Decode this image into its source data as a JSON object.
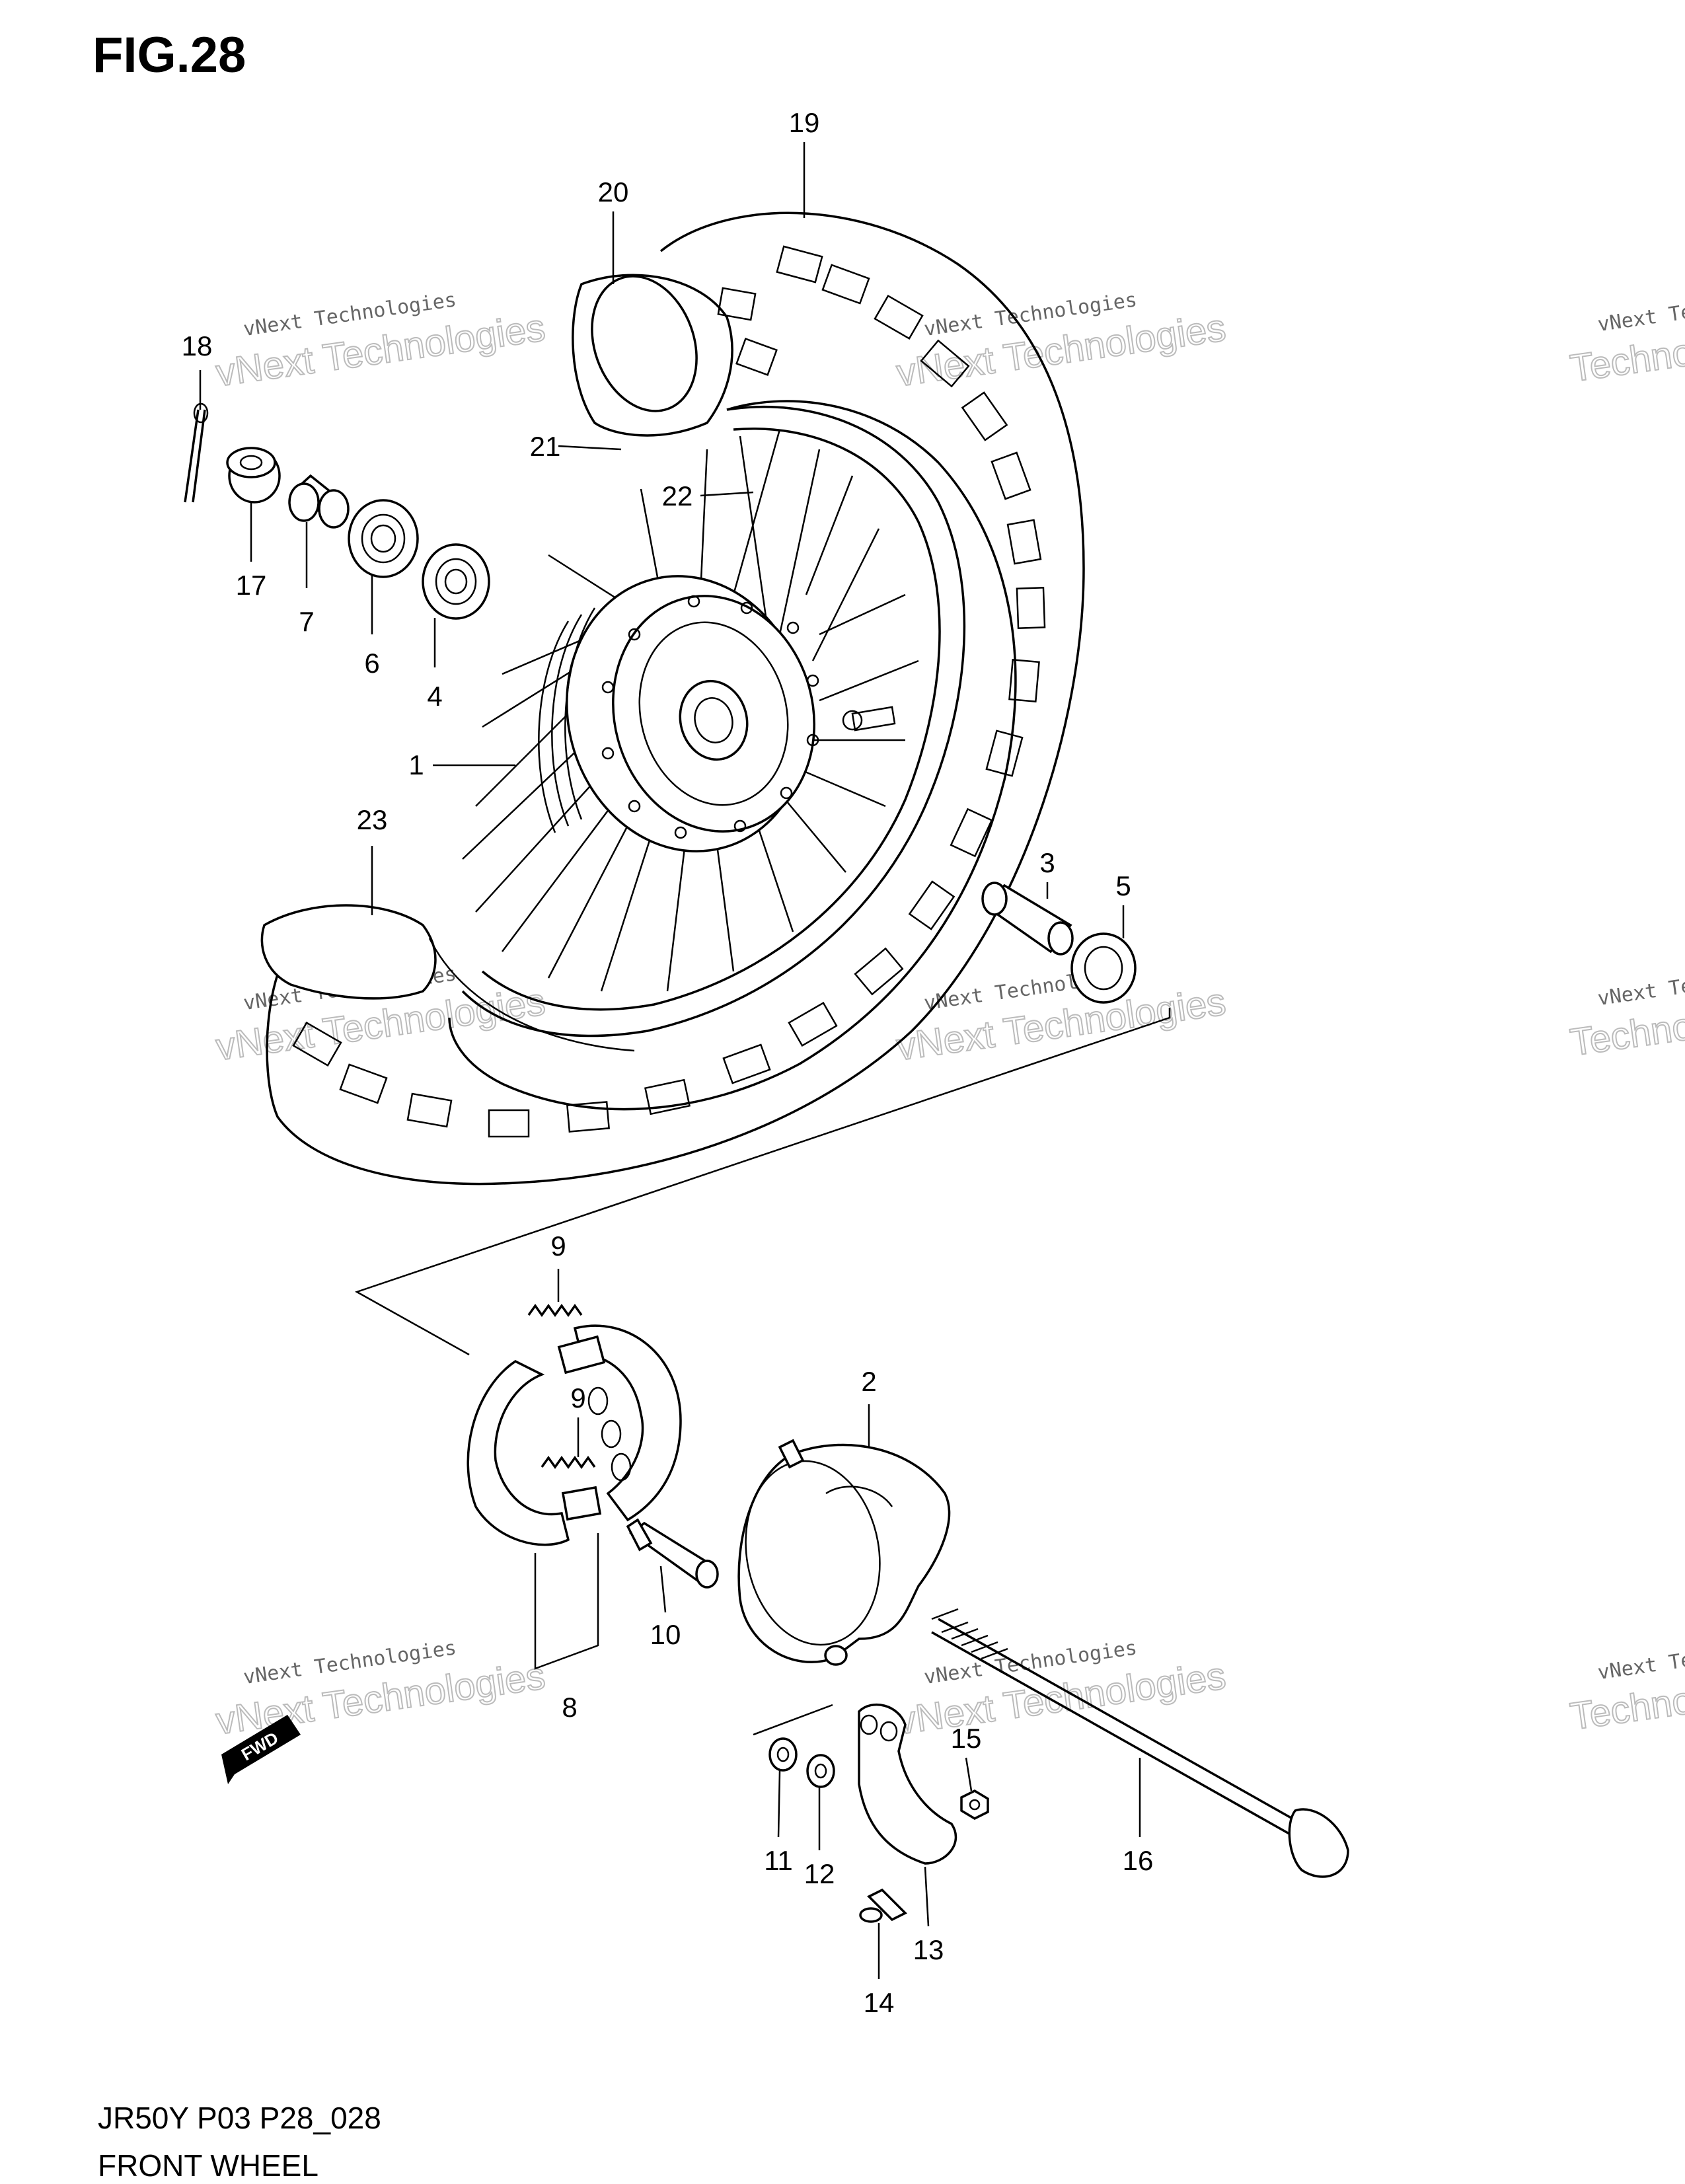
{
  "figure": {
    "title": "FIG.28",
    "code": "JR50Y P03 P28_028",
    "name": "FRONT WHEEL"
  },
  "watermark": {
    "line1": "vNext Technologies",
    "line2": "vNext Technologies"
  },
  "fwd_label": "FWD",
  "callouts": [
    {
      "id": "19",
      "label": "19"
    },
    {
      "id": "20",
      "label": "20"
    },
    {
      "id": "18",
      "label": "18"
    },
    {
      "id": "21",
      "label": "21"
    },
    {
      "id": "22",
      "label": "22"
    },
    {
      "id": "17",
      "label": "17"
    },
    {
      "id": "7",
      "label": "7"
    },
    {
      "id": "6",
      "label": "6"
    },
    {
      "id": "4",
      "label": "4"
    },
    {
      "id": "1",
      "label": "1"
    },
    {
      "id": "23",
      "label": "23"
    },
    {
      "id": "3",
      "label": "3"
    },
    {
      "id": "5",
      "label": "5"
    },
    {
      "id": "9a",
      "label": "9"
    },
    {
      "id": "9b",
      "label": "9"
    },
    {
      "id": "2",
      "label": "2"
    },
    {
      "id": "10",
      "label": "10"
    },
    {
      "id": "8",
      "label": "8"
    },
    {
      "id": "15",
      "label": "15"
    },
    {
      "id": "11",
      "label": "11"
    },
    {
      "id": "12",
      "label": "12"
    },
    {
      "id": "16",
      "label": "16"
    },
    {
      "id": "13",
      "label": "13"
    },
    {
      "id": "14",
      "label": "14"
    }
  ]
}
